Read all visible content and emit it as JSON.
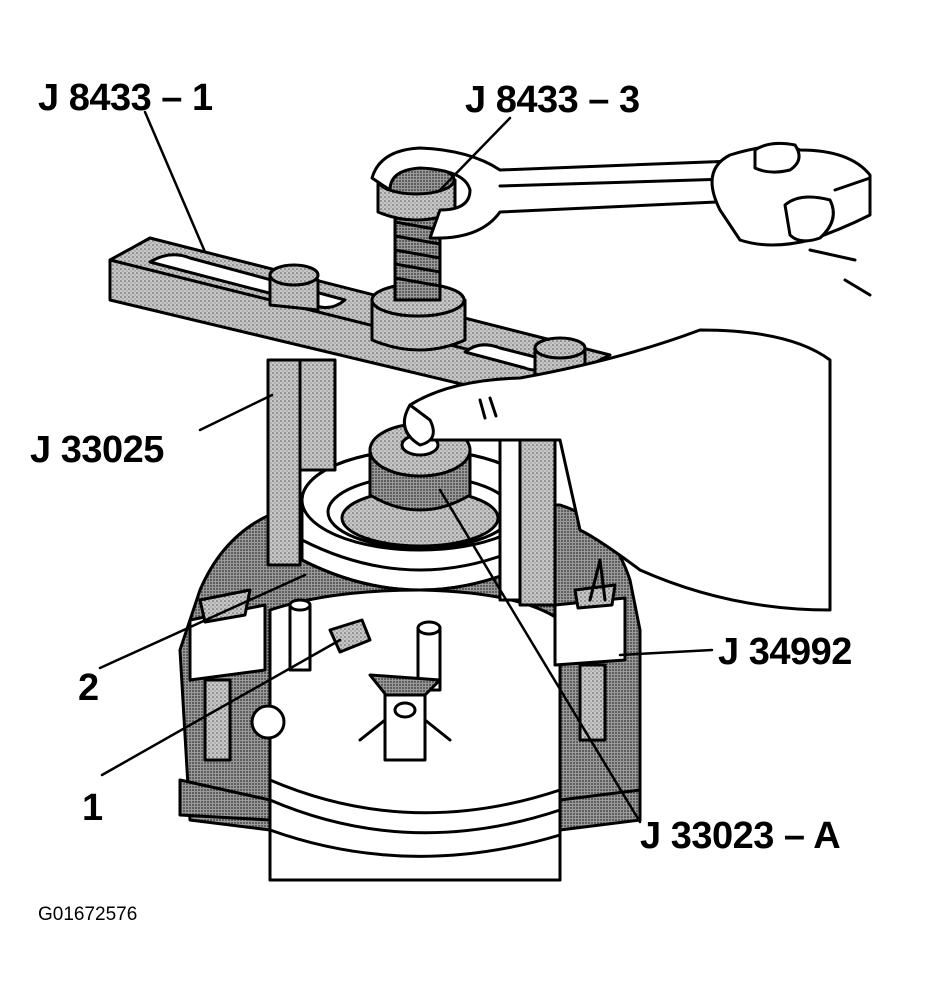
{
  "labels": {
    "j8433_1": "J 8433 – 1",
    "j8433_3": "J 8433 – 3",
    "j33025": "J 33025",
    "j34992": "J 34992",
    "j33023a": "J 33023 – A",
    "callout_1": "1",
    "callout_2": "2"
  },
  "figure_code": "G01672576",
  "colors": {
    "ink": "#000000",
    "tool_fill": "#b9b9b9",
    "part_fill": "#d0d0d0",
    "paper": "#ffffff"
  }
}
